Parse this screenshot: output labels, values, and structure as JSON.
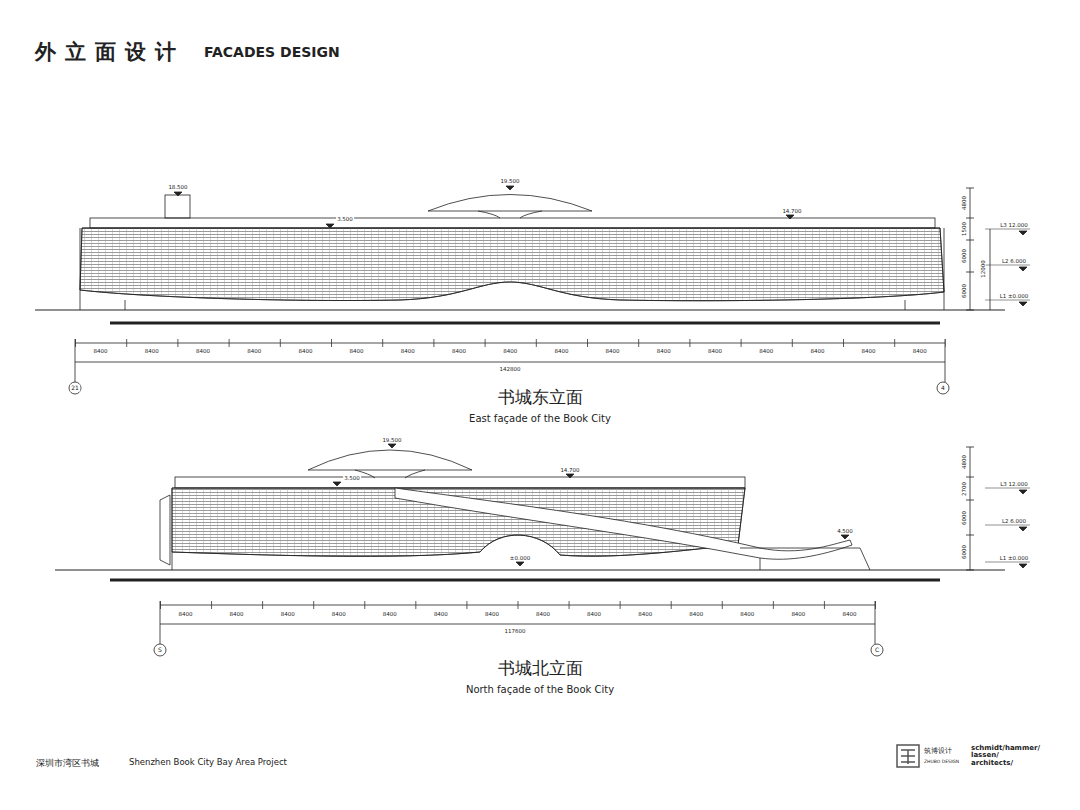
{
  "diagram": {
    "title": "外立面设计",
    "labels": [
      "FACADES DESIGN",
      "18.500",
      "19.500",
      "3.500",
      "14.700",
      "4800",
      "1500",
      "6000",
      "12000",
      "6000",
      "L3 12.000",
      "L2 6.000",
      "L1 ±0.000",
      "8400",
      "8400",
      "8400",
      "8400",
      "8400",
      "8400",
      "8400",
      "8400",
      "8400",
      "8400",
      "8400",
      "8400",
      "8400",
      "8400",
      "8400",
      "8400",
      "8400",
      "142800",
      "21",
      "4",
      "书城东立面",
      "East façade of the Book City",
      "19.500",
      "3.500",
      "14.700",
      "4.500",
      "±0.000",
      "4800",
      "2700",
      "6000",
      "6000",
      "L3 12.000",
      "L2 6.000",
      "L1 ±0.000",
      "8400",
      "8400",
      "8400",
      "8400",
      "8400",
      "8400",
      "8400",
      "8400",
      "8400",
      "8400",
      "8400",
      "8400",
      "8400",
      "8400",
      "117600",
      "S",
      "C",
      "书城北立面",
      "North façade of the Book City",
      "深圳市湾区书城",
      "Shenzhen Book City Bay Area Project",
      "筑博设计",
      "ZHUBO DESIGN",
      "schmidt/hammer/ lassen/ architects/"
    ]
  }
}
